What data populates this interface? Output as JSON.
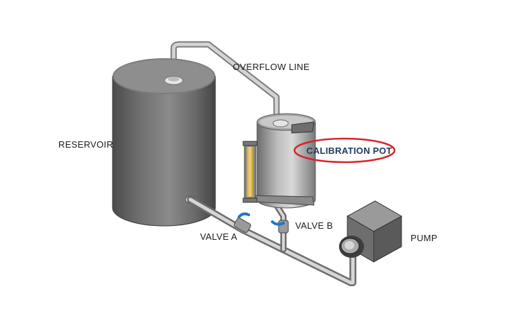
{
  "labels": {
    "reservoir": "RESERVOIR",
    "overflow_line": "OVERFLOW LINE",
    "calibration_pot": "CALIBRATION POT",
    "valve_a": "VALVE A",
    "valve_b": "VALVE B",
    "pump": "PUMP"
  },
  "colors": {
    "label_text": "#1a1a1a",
    "highlight_text": "#1e3a5f",
    "highlight_ring": "#d8232a",
    "valve_handle": "#1f77c9",
    "sight_glass": "#e8c35a"
  }
}
